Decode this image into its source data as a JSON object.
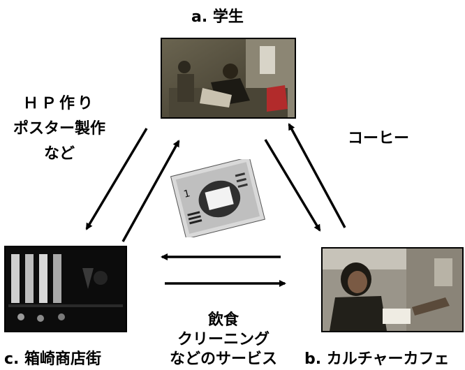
{
  "nodes": {
    "student": {
      "label": "a. 学生"
    },
    "cafe": {
      "label": "b. カルチャーカフェ"
    },
    "shopping_street": {
      "label": "c. 箱崎商店街"
    }
  },
  "relations": {
    "student_to_street": [
      "ＨＰ作り",
      "ポスター製作",
      "など"
    ],
    "cafe_to_student": "コーヒー",
    "street_to_cafe": [
      "飲食",
      "クリーニング",
      "などのサービス"
    ]
  },
  "colors": {
    "arrow": "#000000",
    "background": "#ffffff"
  }
}
